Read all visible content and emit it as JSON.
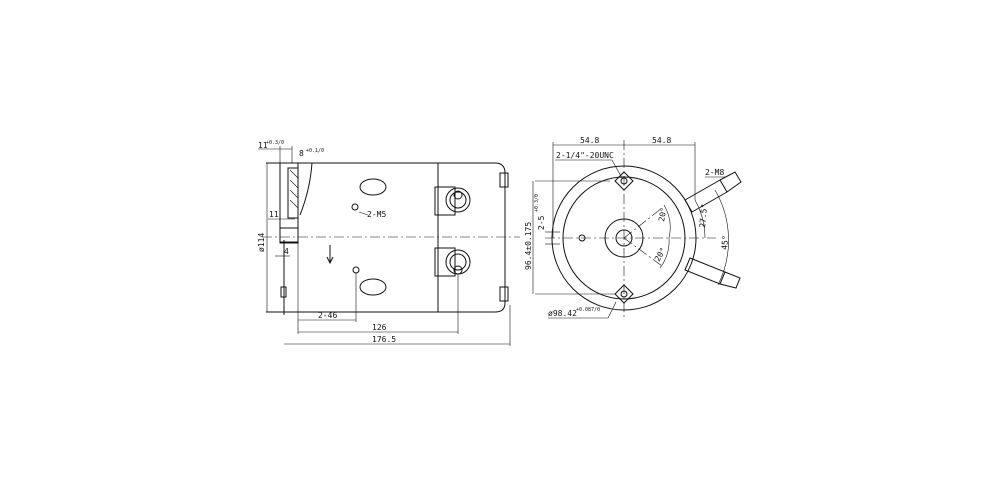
{
  "side_view": {
    "dims": {
      "flange_thickness": "11",
      "flange_thickness_tol": "+0.3/0",
      "pilot_depth": "8",
      "pilot_depth_tol": "+0.1/0",
      "step": "11",
      "offset": "4",
      "diameter": "ø114",
      "holes": "2-M5",
      "hole_spacing": "2-46",
      "terminal_distance": "126",
      "overall_length": "176.5"
    }
  },
  "end_view": {
    "dims": {
      "half_width_left": "54.8",
      "half_width_right": "54.8",
      "mount_thread": "2-1/4\"-20UNC",
      "terminal_thread": "2-M8",
      "slot": "2-5",
      "slot_tol": "+0.3/0",
      "bolt_circle": "96.4±0.175",
      "pilot_diameter": "ø98.42",
      "pilot_diameter_tol": "+0.087/0",
      "angle_terminal": "27.5°",
      "angle_terminals": "45°",
      "angle_upper": "20°",
      "angle_lower": "20°"
    }
  }
}
